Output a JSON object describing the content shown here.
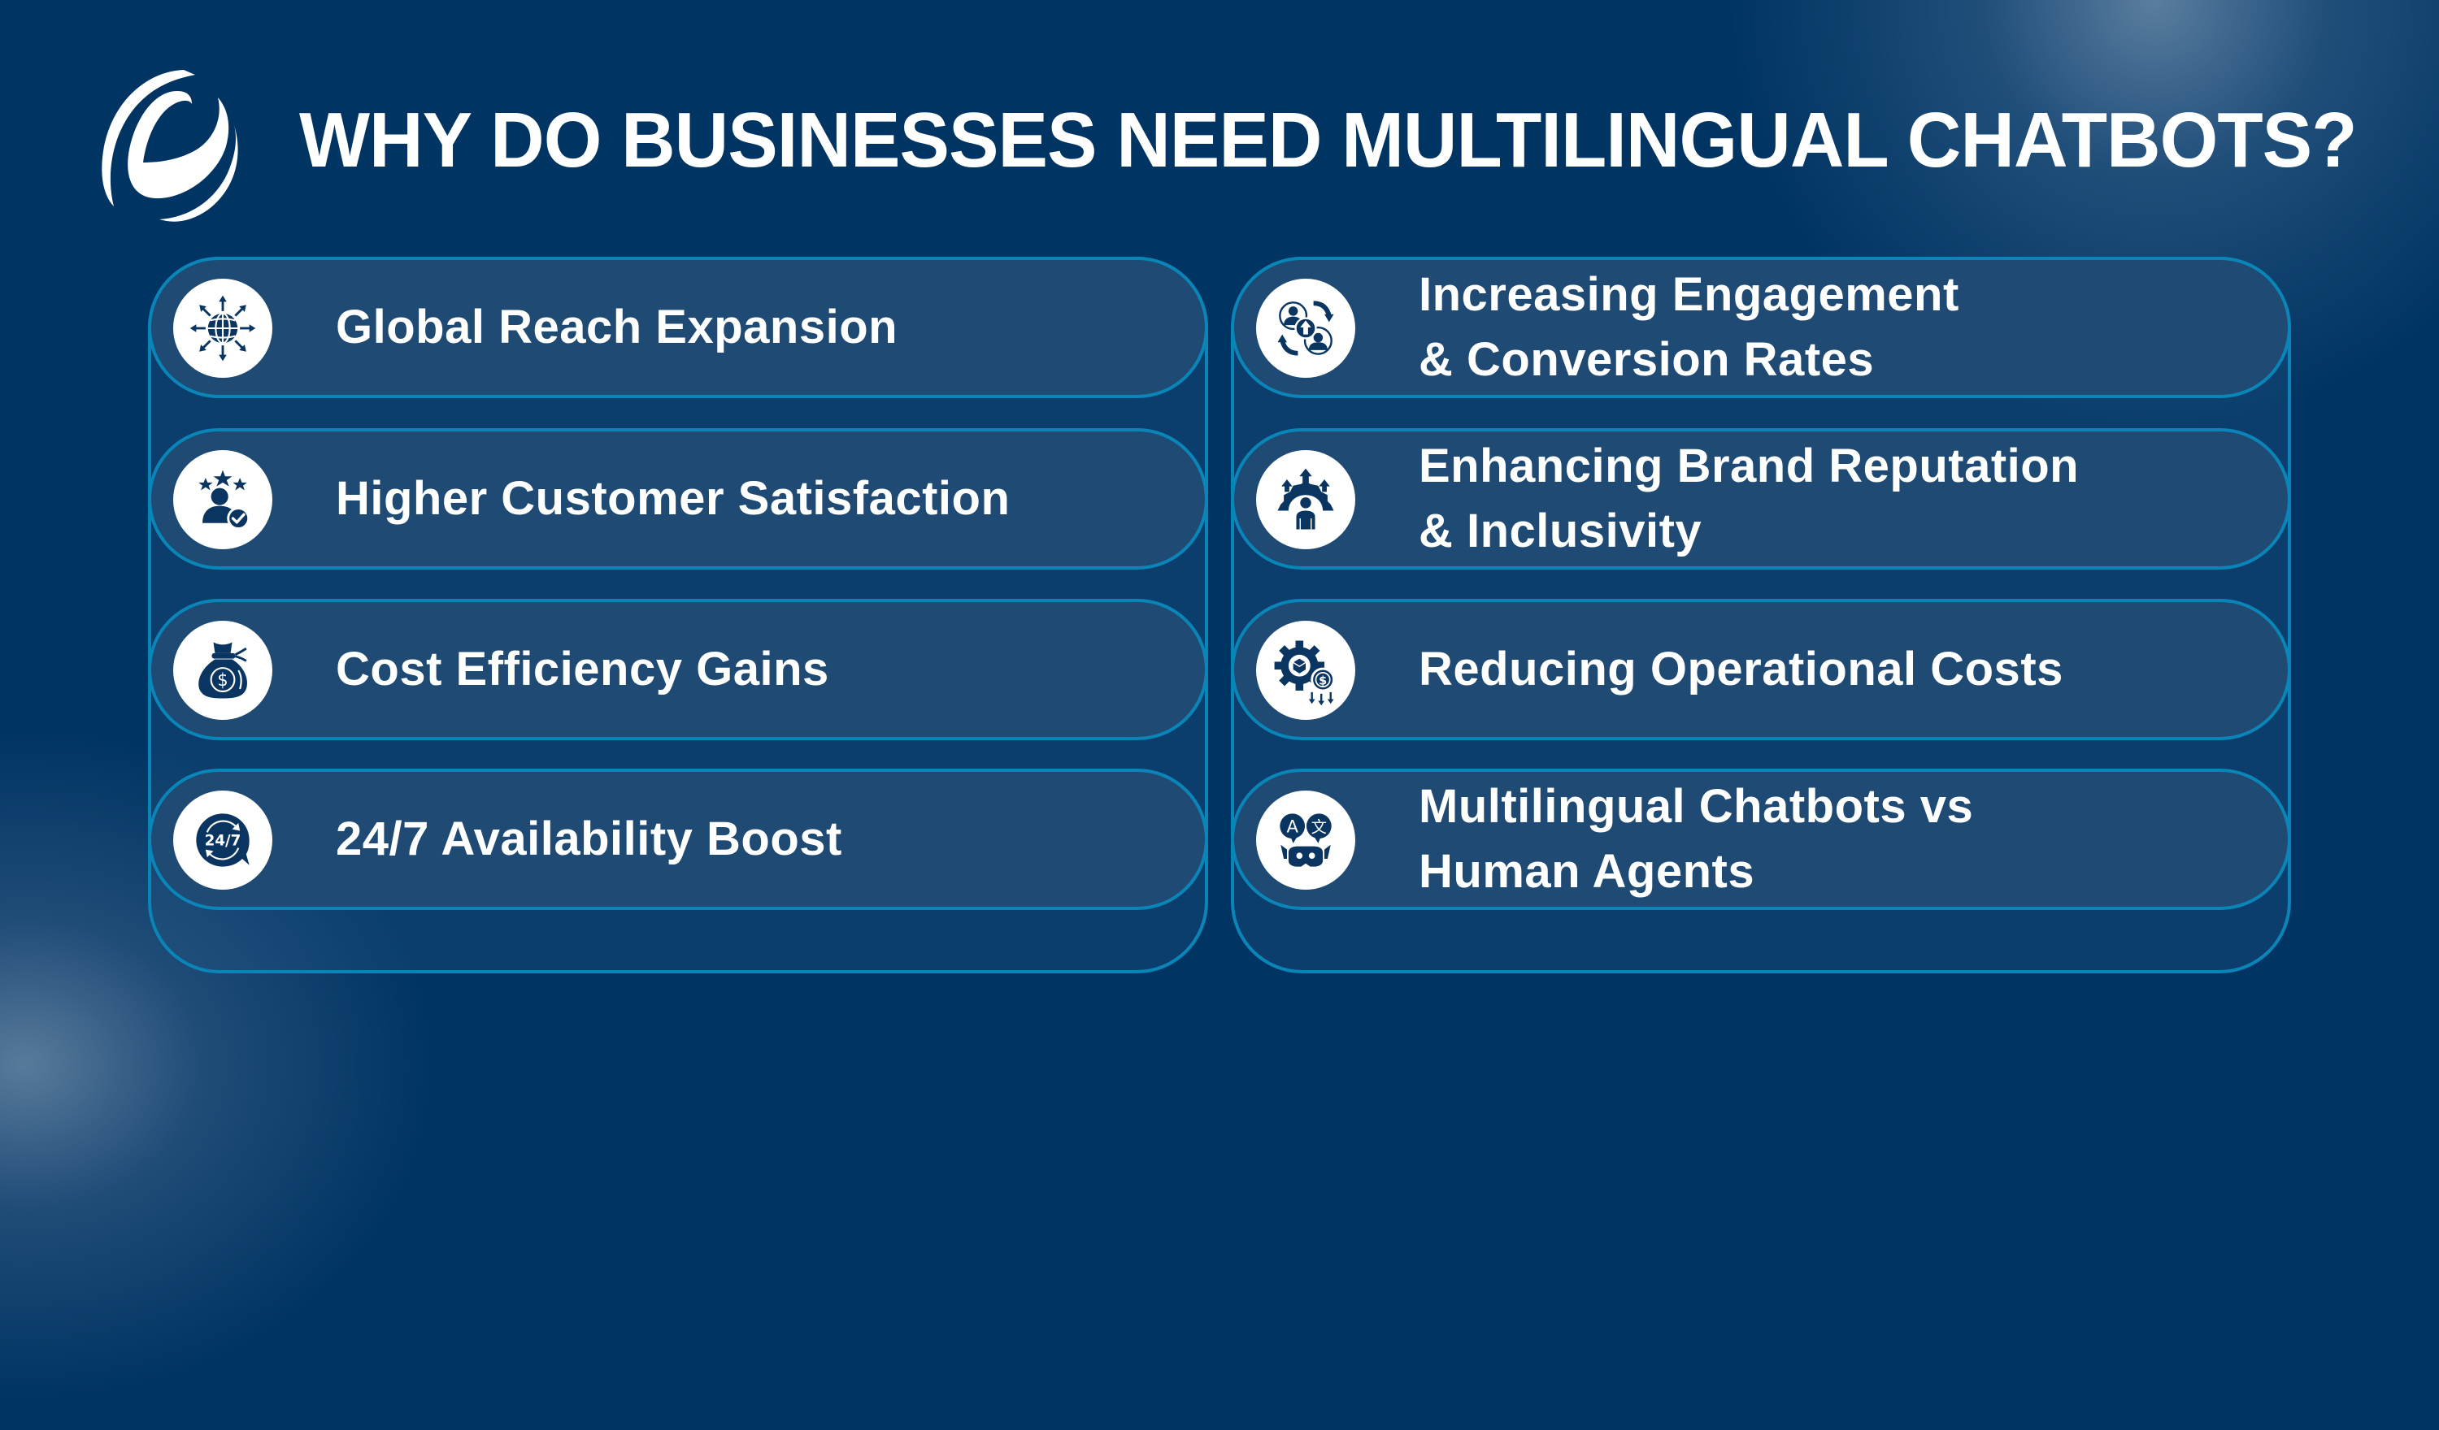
{
  "header": {
    "logo_icon": "e-logo-icon",
    "title_part1": "WHY DO BUSINESSES NEED ",
    "title_part2": "MULTILINGUAL CHATBOTS?"
  },
  "colors": {
    "background": "#003462",
    "card_fill": "#1f4a73",
    "card_border": "#0a85b8",
    "icon_fill": "#0b3561",
    "text": "#ffffff"
  },
  "left_column": {
    "items": [
      {
        "icon": "globe-arrows-icon",
        "line1": "Global Reach Expansion",
        "line2": ""
      },
      {
        "icon": "customer-rating-icon",
        "line1": "Higher Customer Satisfaction",
        "line2": ""
      },
      {
        "icon": "money-bag-icon",
        "line1": "Cost Efficiency Gains",
        "line2": ""
      },
      {
        "icon": "24-7-support-icon",
        "line1": "24/7 Availability Boost",
        "line2": ""
      }
    ]
  },
  "right_column": {
    "items": [
      {
        "icon": "engagement-conversion-icon",
        "line1": "Increasing Engagement",
        "line2": "& Conversion Rates"
      },
      {
        "icon": "brand-growth-icon",
        "line1": "Enhancing Brand Reputation",
        "line2": "& Inclusivity"
      },
      {
        "icon": "gear-cost-reduction-icon",
        "line1": "Reducing Operational Costs",
        "line2": ""
      },
      {
        "icon": "translation-bot-icon",
        "line1": "Multilingual Chatbots vs",
        "line2": "Human Agents"
      }
    ]
  }
}
